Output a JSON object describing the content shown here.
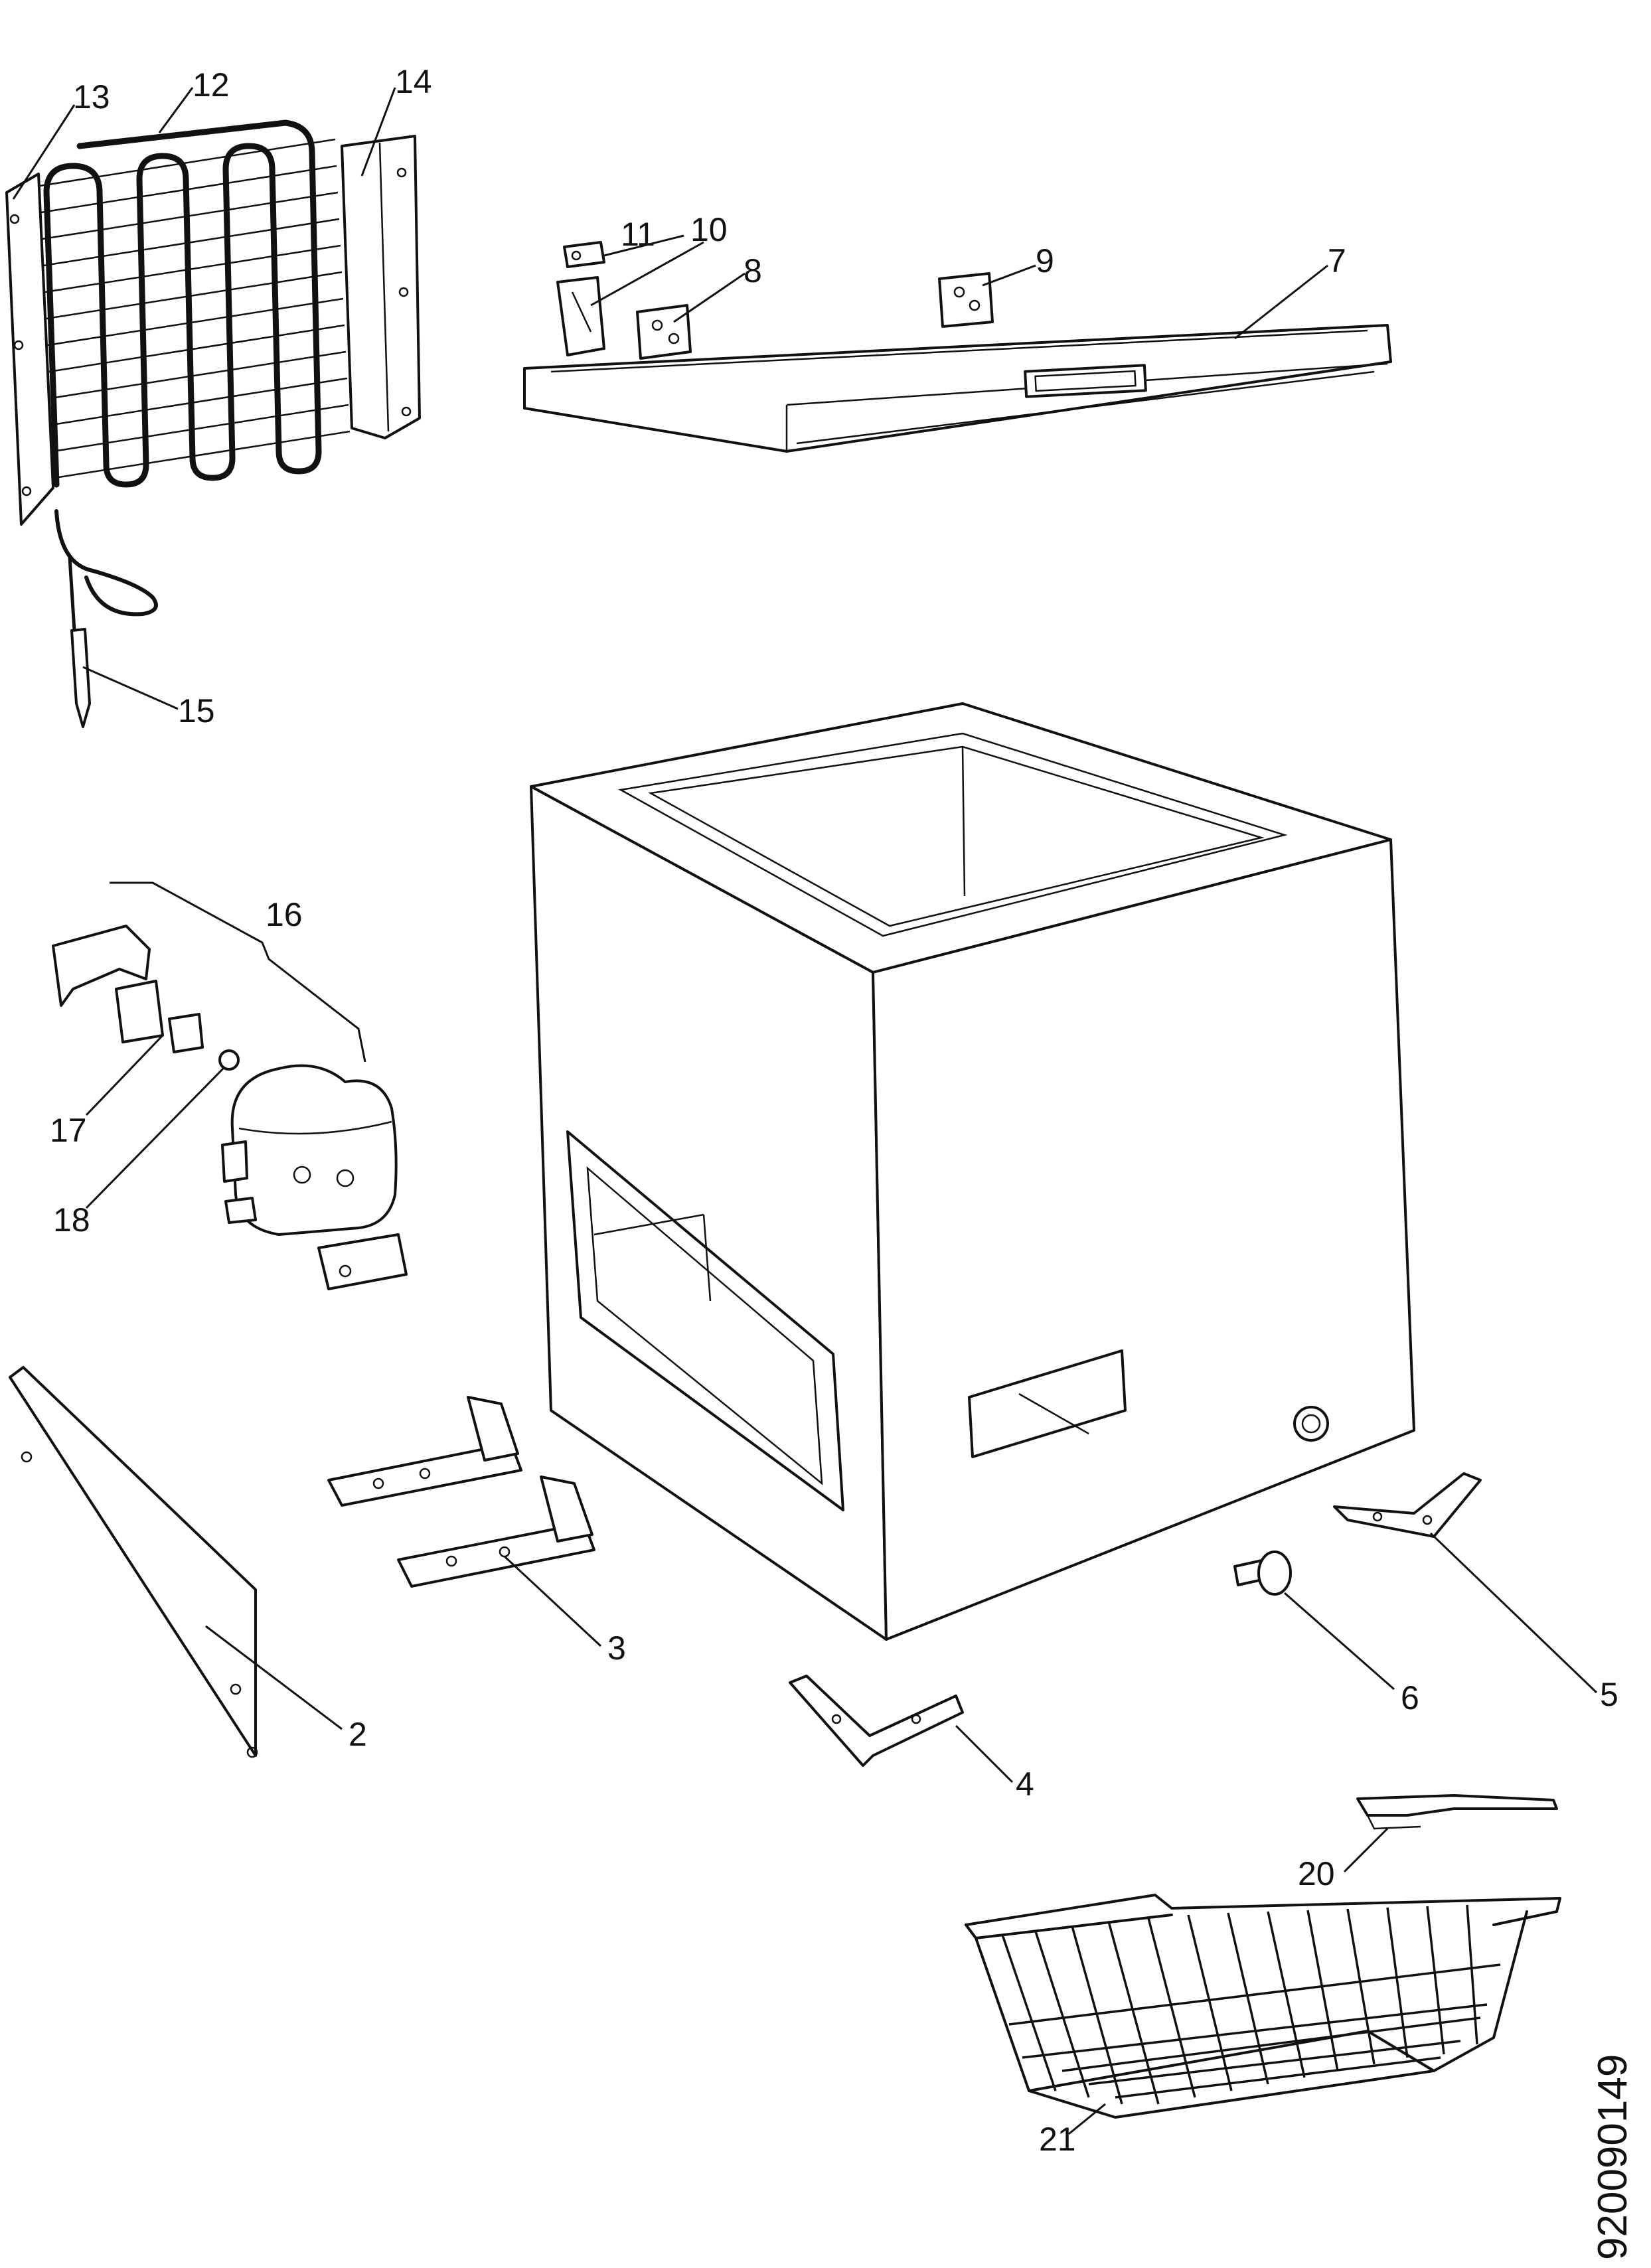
{
  "diagram": {
    "type": "exploded parts diagram",
    "document_code": "920090149",
    "part_labels": [
      "2",
      "3",
      "4",
      "5",
      "6",
      "7",
      "8",
      "9",
      "10",
      "11",
      "12",
      "13",
      "14",
      "15",
      "16",
      "17",
      "18",
      "20",
      "21"
    ]
  }
}
